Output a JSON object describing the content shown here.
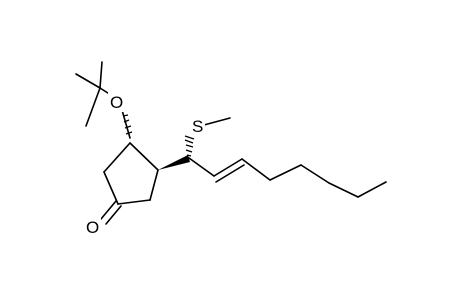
{
  "molecule": {
    "atoms": {
      "oxygen_ether": "O",
      "oxygen_ketone": "O",
      "sulfur": "S"
    }
  },
  "colors": {
    "background": "#ffffff",
    "ink": "#000000"
  }
}
